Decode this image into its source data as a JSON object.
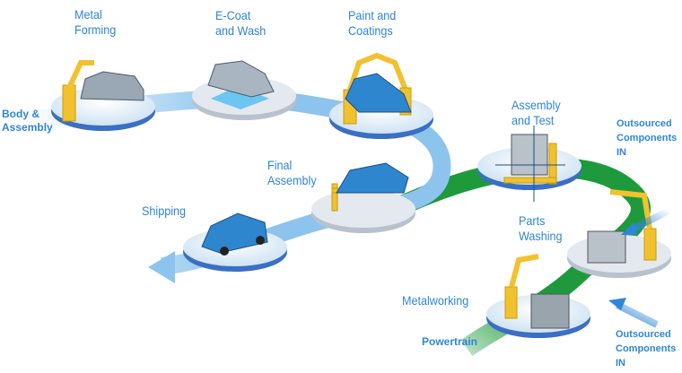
{
  "stages": {
    "metal_forming": [
      "Metal",
      "Forming"
    ],
    "ecoat": [
      "E-Coat",
      "and Wash"
    ],
    "paint": [
      "Paint and",
      "Coatings"
    ],
    "body_assembly": [
      "Body &",
      "Assembly"
    ],
    "assembly_test": [
      "Assembly",
      "and Test"
    ],
    "final_assembly": [
      "Final",
      "Assembly"
    ],
    "shipping": "Shipping",
    "parts_washing": [
      "Parts",
      "Washing"
    ],
    "metalworking": "Metalworking",
    "powertrain": "Powertrain",
    "outsourced_top": [
      "Outsourced",
      "Components IN"
    ],
    "outsourced_bottom": [
      "Outsourced",
      "Components IN"
    ]
  },
  "colors": {
    "label": "#2f86d6",
    "blue_flow": "#8cc4ee",
    "green_flow": "#1e9a3c",
    "robot": "#f2c12e"
  }
}
